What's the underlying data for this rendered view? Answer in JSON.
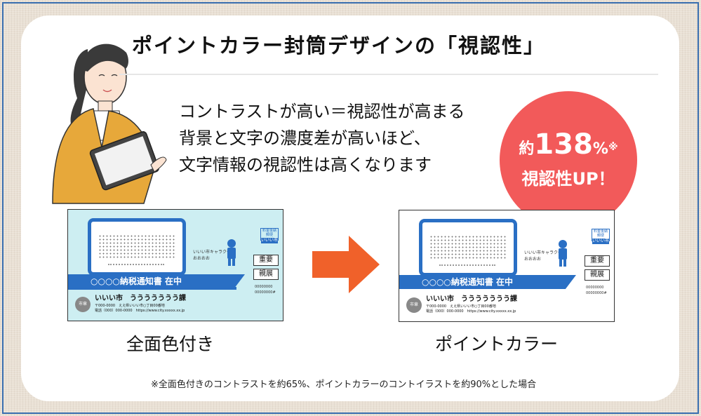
{
  "title": "ポイントカラー封筒デザインの「視認性」",
  "description": {
    "line1": "コントラストが高い＝視認性が高まる",
    "line2": "背景と文字の濃度差が高いほど、",
    "line3": "文字情報の視認性は高くなります"
  },
  "badge": {
    "prefix": "約",
    "value": "138",
    "unit": "%",
    "mark": "※",
    "line2": "視認性UP！"
  },
  "envelope": {
    "stamp_top": "料金後納郵便",
    "stamp_bottom": "いいい市",
    "mascot_label_1": "いいい市キャラクター",
    "mascot_label_2": "おおおお",
    "tag_1": "重要",
    "tag_2": "親展",
    "num_1": "00000000",
    "num_2": "00000000#",
    "band_text": "○○○○納税通知書 在中",
    "logo_text": "市章",
    "sender_name": "いいい市　ううううううう課",
    "sender_addr": "〒000-0000　ええ県いいい市○丁目00番地",
    "sender_tel": "電話（000）000-0000　https://www.city.xxxxx.xx.jp"
  },
  "captions": {
    "left": "全面色付き",
    "right": "ポイントカラー"
  },
  "footnote": "※全面色付きのコントラストを約65%、ポイントカラーのコントイラストを約90%とした場合",
  "colors": {
    "accent_blue": "#2a6fc4",
    "badge_red": "#f25a5a",
    "arrow_orange": "#f0612a",
    "envelope_tint": "#cdeef2",
    "frame_blue": "#3a6fb0"
  }
}
